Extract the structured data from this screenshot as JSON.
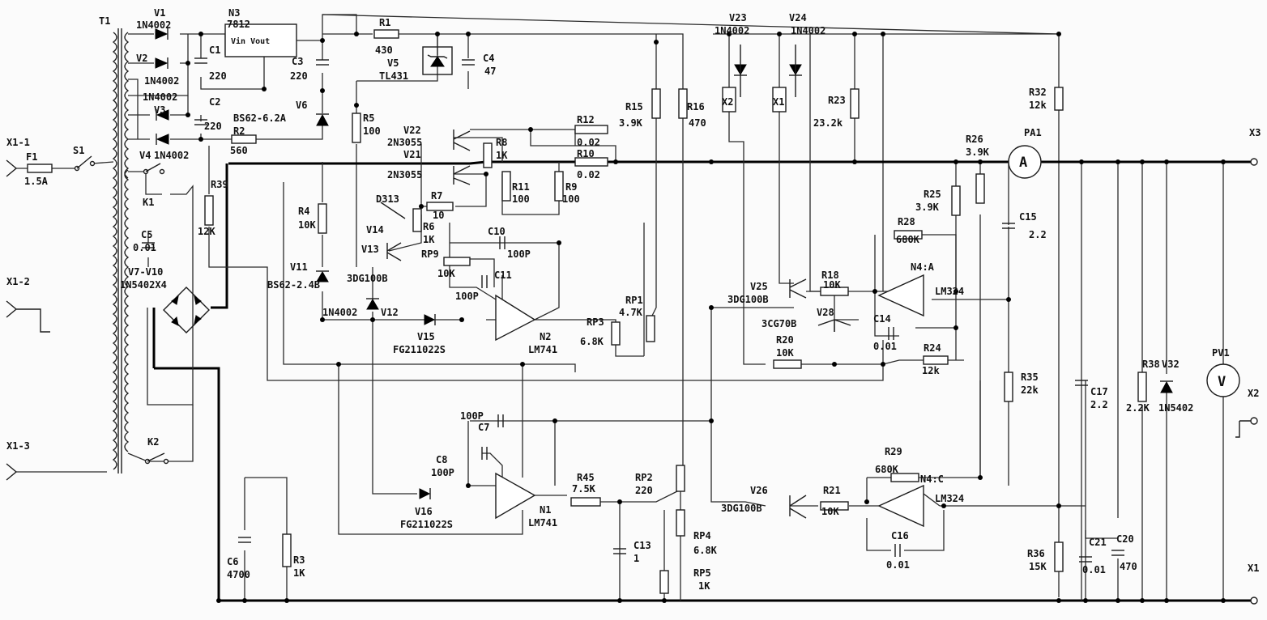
{
  "transformer": {
    "ref": "T1"
  },
  "fuse": {
    "ref": "F1",
    "value": "1.5A"
  },
  "switch": {
    "ref": "S1"
  },
  "terminals": {
    "x1_1": "X1-1",
    "x1_2": "X1-2",
    "x1_3": "X1-3",
    "x1": "X1",
    "x2": "X2",
    "x3": "X3"
  },
  "relays": {
    "k1": "K1",
    "k2": "K2",
    "x1": "X1",
    "x2": "X2"
  },
  "diodes": {
    "v1": {
      "ref": "V1",
      "part": "1N4002"
    },
    "v2": {
      "ref": "V2",
      "part": "1N4002"
    },
    "v3": {
      "ref": "V3",
      "part": "1N4002"
    },
    "v4": {
      "ref": "V4",
      "part": "1N4002"
    },
    "v5": {
      "ref": "V5",
      "part": "TL431"
    },
    "v6": {
      "ref": "V6",
      "part": "BS62-6.2A"
    },
    "v7_v10": {
      "ref": "V7-V10",
      "part": "1N5402X4"
    },
    "v11": {
      "ref": "V11",
      "part": "BS62-2.4B"
    },
    "v12": {
      "ref": "V12",
      "part": "1N4002"
    },
    "v15": {
      "ref": "V15",
      "part": "FG211022S"
    },
    "v16": {
      "ref": "V16",
      "part": "FG211022S"
    },
    "v23": {
      "ref": "V23",
      "part": "1N4002"
    },
    "v24": {
      "ref": "V24",
      "part": "1N4002"
    },
    "v32": {
      "ref": "V32",
      "part": "1N5402"
    },
    "d313": "D313"
  },
  "regulator": {
    "ref": "N3",
    "part": "7812",
    "pins": "Vin Vout"
  },
  "transistors": {
    "v13": "V13",
    "v14": "V14",
    "v13_part": "3DG100B",
    "v21": {
      "ref": "V21",
      "part": "2N3055"
    },
    "v22": {
      "ref": "V22",
      "part": "2N3055"
    },
    "v25": {
      "ref": "V25",
      "part": "3DG100B"
    },
    "v26": {
      "ref": "V26",
      "part": "3DG100B"
    },
    "v28": {
      "ref": "V28",
      "part": "3CG70B"
    }
  },
  "opamps": {
    "n1": {
      "ref": "N1",
      "part": "LM741"
    },
    "n2": {
      "ref": "N2",
      "part": "LM741"
    },
    "n4a": {
      "ref": "N4:A",
      "part": "LM324"
    },
    "n4c": {
      "ref": "N4:C",
      "part": "LM324"
    }
  },
  "capacitors": {
    "c1": {
      "ref": "C1",
      "value": "220"
    },
    "c2": {
      "ref": "C2",
      "value": "220"
    },
    "c3": {
      "ref": "C3",
      "value": "220"
    },
    "c4": {
      "ref": "C4",
      "value": "47"
    },
    "c5": {
      "ref": "C5",
      "value": "0.01"
    },
    "c6": {
      "ref": "C6",
      "value": "4700"
    },
    "c7": {
      "ref": "C7",
      "value": "100P"
    },
    "c8": {
      "ref": "C8",
      "value": "100P"
    },
    "c10": {
      "ref": "C10",
      "value": "100P"
    },
    "c11": {
      "ref": "C11",
      "value": "100P"
    },
    "c13": {
      "ref": "C13",
      "value": "1"
    },
    "c14": {
      "ref": "C14",
      "value": "0.01"
    },
    "c15": {
      "ref": "C15",
      "value": "2.2"
    },
    "c16": {
      "ref": "C16",
      "value": "0.01"
    },
    "c17": {
      "ref": "C17",
      "value": "2.2"
    },
    "c20": {
      "ref": "C20",
      "value": "470"
    },
    "c21": {
      "ref": "C21",
      "value": "0.01"
    }
  },
  "resistors": {
    "r1": {
      "ref": "R1",
      "value": "430"
    },
    "r2": {
      "ref": "R2",
      "value": "560"
    },
    "r3": {
      "ref": "R3",
      "value": "1K"
    },
    "r4": {
      "ref": "R4",
      "value": "10K"
    },
    "r5": {
      "ref": "R5",
      "value": "100"
    },
    "r6": {
      "ref": "R6",
      "value": "1K"
    },
    "r7": {
      "ref": "R7",
      "value": "10"
    },
    "r8": {
      "ref": "R8",
      "value": "1K"
    },
    "r9": {
      "ref": "R9",
      "value": "100"
    },
    "r10": {
      "ref": "R10",
      "value": "0.02"
    },
    "r11": {
      "ref": "R11",
      "value": "100"
    },
    "r12": {
      "ref": "R12",
      "value": "0.02"
    },
    "r15": {
      "ref": "R15",
      "value": "3.9K"
    },
    "r16": {
      "ref": "R16",
      "value": "470"
    },
    "r18": {
      "ref": "R18",
      "value": "10K"
    },
    "r20": {
      "ref": "R20",
      "value": "10K"
    },
    "r21": {
      "ref": "R21",
      "value": "10K"
    },
    "r23": {
      "ref": "R23",
      "value": "23.2k"
    },
    "r24": {
      "ref": "R24",
      "value": "12k"
    },
    "r25": {
      "ref": "R25",
      "value": "3.9K"
    },
    "r26": {
      "ref": "R26",
      "value": "3.9K"
    },
    "r28": {
      "ref": "R28",
      "value": "680K"
    },
    "r29": {
      "ref": "R29",
      "value": "680K"
    },
    "r32": {
      "ref": "R32",
      "value": "12k"
    },
    "r35": {
      "ref": "R35",
      "value": "22k"
    },
    "r36": {
      "ref": "R36",
      "value": "15K"
    },
    "r38": {
      "ref": "R38",
      "value": "2.2K"
    },
    "r39": {
      "ref": "R39",
      "value": "12K"
    },
    "r45": {
      "ref": "R45",
      "value": "7.5K"
    }
  },
  "pots": {
    "rp1": {
      "ref": "RP1",
      "value": "4.7K"
    },
    "rp2": {
      "ref": "RP2",
      "value": "220"
    },
    "rp3": {
      "ref": "RP3",
      "value": "6.8K"
    },
    "rp4": {
      "ref": "RP4",
      "value": "6.8K"
    },
    "rp5": {
      "ref": "RP5",
      "value": "1K"
    },
    "rp9": {
      "ref": "RP9",
      "value": "10K"
    }
  },
  "meters": {
    "pa1": {
      "ref": "PA1",
      "glyph": "A"
    },
    "pv1": {
      "ref": "PV1",
      "glyph": "V"
    }
  }
}
